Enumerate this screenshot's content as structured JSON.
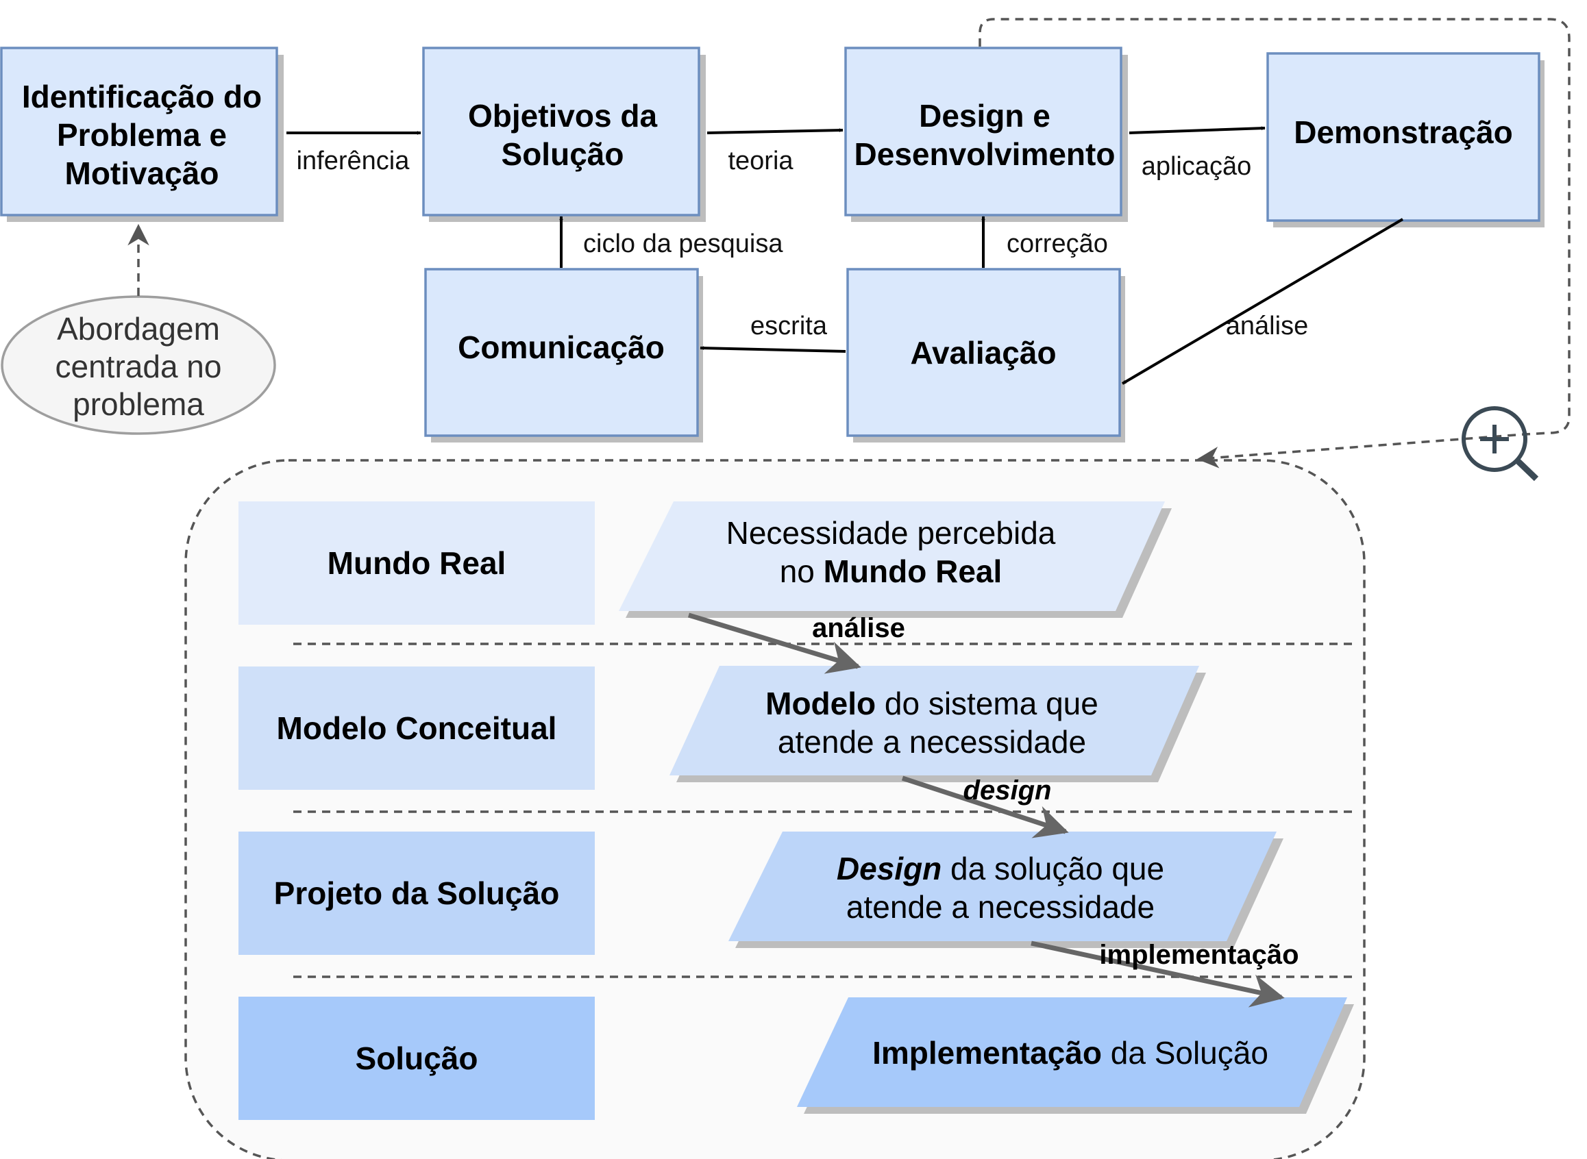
{
  "process": {
    "identificacao": {
      "lines": [
        "Identificação do",
        "Problema e",
        "Motivação"
      ]
    },
    "objetivos": {
      "lines": [
        "Objetivos da",
        "Solução"
      ]
    },
    "design": {
      "lines": [
        "Design e",
        "Desenvolvimento"
      ]
    },
    "demonstracao": {
      "lines": [
        "Demonstração"
      ]
    },
    "comunicacao": {
      "lines": [
        "Comunicação"
      ]
    },
    "avaliacao": {
      "lines": [
        "Avaliação"
      ]
    }
  },
  "edges": {
    "inferencia": "inferência",
    "teoria": "teoria",
    "aplicacao": "aplicação",
    "ciclo": "ciclo da pesquisa",
    "correcao": "correção",
    "escrita": "escrita",
    "analise": "análise"
  },
  "approach": {
    "lines": [
      "Abordagem",
      "centrada no",
      "problema"
    ]
  },
  "zoom": {
    "icon": "zoom-in-icon"
  },
  "levels": {
    "rows": [
      {
        "label": "Mundo Real",
        "color": "#e1ebfb"
      },
      {
        "label": "Modelo Conceitual",
        "color": "#cfe0f9"
      },
      {
        "label": "Projeto da Solução",
        "color": "#bcd5f9"
      },
      {
        "label": "Solução",
        "color": "#a6c9fa"
      }
    ],
    "shapes": {
      "mundo": {
        "line1": "Necessidade percebida",
        "line2_prefix": "no ",
        "line2_bold": "Mundo Real"
      },
      "modelo": {
        "line1_bold": "Modelo",
        "line1_rest": " do sistema que",
        "line2": "atende a necessidade"
      },
      "projeto": {
        "line1_bold_italic": "Design",
        "line1_rest": " da solução que",
        "line2": "atende a necessidade"
      },
      "solucao": {
        "bold": "Implementação",
        "rest": " da Solução"
      }
    },
    "flows": {
      "analise": "análise",
      "design": "design",
      "implementacao": "implementação"
    }
  }
}
